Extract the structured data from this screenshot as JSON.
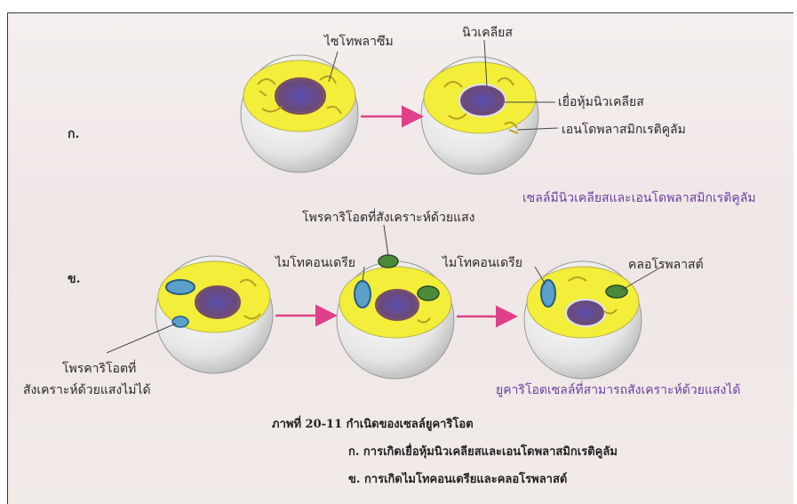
{
  "labels": {
    "section_a": "ก.",
    "section_b": "ข.",
    "cytoplasm": "ไซโทพลาซึม",
    "nucleus": "นิวเคลียส",
    "nuclear_envelope": "เยื่อหุ้มนิวเคลียส",
    "endoplasmic_reticulum": "เอนโดพลาสมิกเรติคูลัม",
    "caption_a": "เซลล์มีนิวเคลียสและเอนโดพลาสมิกเรติคูลัม",
    "photosynthetic_prokaryote": "โพรคาริโอตที่สังเคราะห์ด้วยแสง",
    "mitochondria_1": "ไมโทคอนเดรีย",
    "mitochondria_2": "ไมโทคอนเดรีย",
    "chloroplast": "คลอโรพลาสต์",
    "nonphoto_line1": "โพรคาริโอตที่",
    "nonphoto_line2": "สังเคราะห์ด้วยแสงไม่ได้",
    "caption_b": "ยูคาริโอตเซลล์ที่สามารถสังเคราะห์ด้วยแสงได้"
  },
  "figure_caption": {
    "title": "ภาพที่ 20-11  กำเนิดของเซลล์ยูคาริโอต",
    "line_a": "ก. การเกิดเยื่อหุ้มนิวเคลียสและเอนโดพลาสมิกเรติคูลัม",
    "line_b": "ข. การเกิดไมโทคอนเดรียและคลอโรพลาสต์"
  },
  "colors": {
    "cytoplasm": "#f2ee3a",
    "membrane": "#d8d8d8",
    "nucleus": "#6b4a78",
    "arrow": "#e0408a",
    "mitochondria": "#5aa0c8",
    "chloroplast": "#4c8a3a",
    "caption": "#6a3fa0"
  }
}
